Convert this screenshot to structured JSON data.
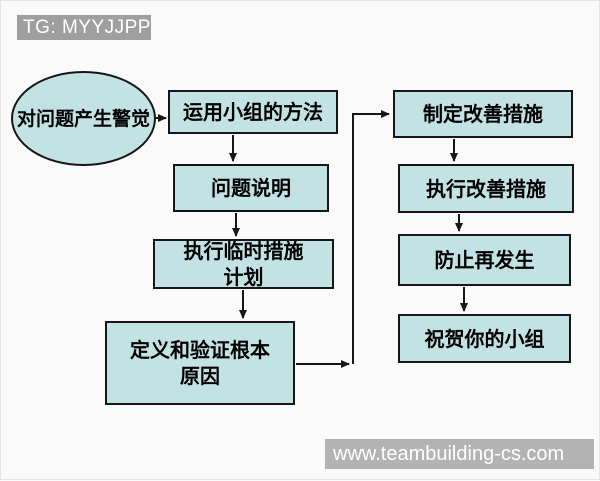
{
  "header": {
    "tag_label": "TG: MYYJJPP"
  },
  "footer": {
    "watermark": "www.teambuilding-cs.com"
  },
  "colors": {
    "node_fill": "#c3e2e3",
    "node_border": "#161616",
    "tag_bg": "#9f9f9f",
    "watermark_bg": "#b3b3b3",
    "background": "#fafafa",
    "text": "#000000",
    "label_text": "#ffffff"
  },
  "flowchart": {
    "start": {
      "label": "对问题产生警觉"
    },
    "steps": [
      {
        "label": "运用小组的方法"
      },
      {
        "label": "问题说明"
      },
      {
        "label": "执行临时措施",
        "label_line2": "计划"
      },
      {
        "label": "定义和验证根本",
        "label_line2": "原因"
      },
      {
        "label": "制定改善措施"
      },
      {
        "label": "执行改善措施"
      },
      {
        "label": "防止再发生"
      },
      {
        "label": "祝贺你的小组"
      }
    ]
  }
}
